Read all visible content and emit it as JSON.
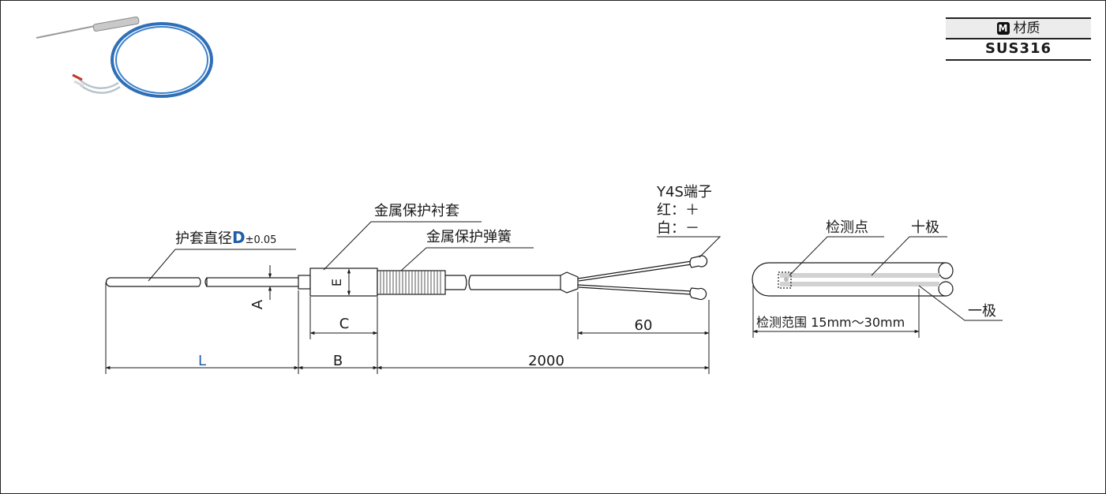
{
  "material": {
    "badge": "M",
    "label": "材质",
    "value": "SUS316"
  },
  "labels": {
    "sheath_prefix": "护套直径",
    "sheath_D": "D",
    "sheath_tol": "±0.05",
    "metal_sleeve": "金属保护衬套",
    "metal_spring": "金属保护弹簧",
    "terminal": "Y4S端子",
    "red": "红：＋",
    "white": "白：－",
    "detect_point": "检测点",
    "plus_pole": "十极",
    "minus_pole": "一极",
    "detect_range": "检测范围",
    "detect_range_val": "15mm～30mm"
  },
  "dims": {
    "A": "A",
    "E": "E",
    "C": "C",
    "L": "L",
    "B": "B",
    "len_2000": "2000",
    "len_60": "60"
  },
  "colors": {
    "accent": "#1f5fa8",
    "cable": "#2f6fb7",
    "line": "#1a1a1a"
  }
}
